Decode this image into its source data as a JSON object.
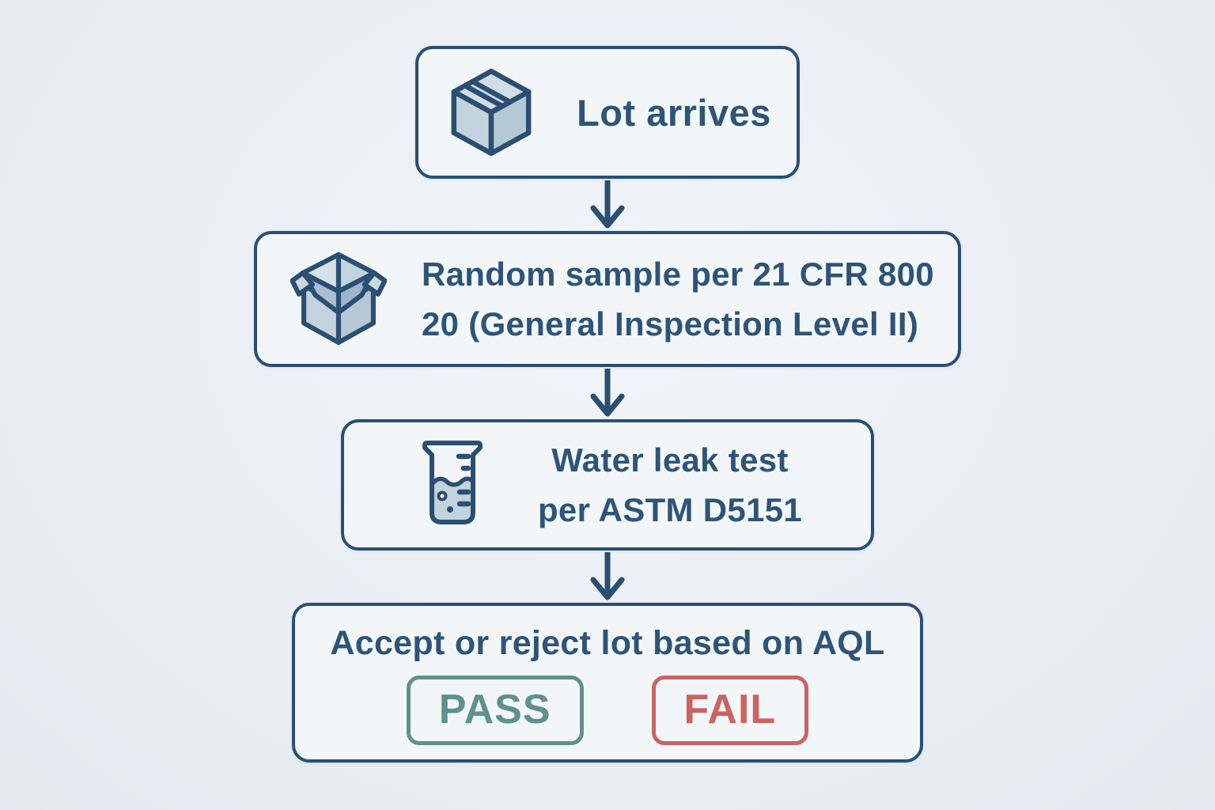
{
  "palette": {
    "page_bg": "#e9eef4",
    "node_bg": "#f3f6f9",
    "outline": "#2a4f72",
    "text": "#2e5478",
    "icon_fill_light": "#d2dde5",
    "icon_fill_mid": "#c3d3de",
    "icon_fill_dark": "#b4c8d6",
    "pass_color": "#5f918e",
    "fail_color": "#ca6361"
  },
  "flowchart": {
    "nodes": [
      {
        "id": "lot-arrives",
        "icon": "package-closed-icon",
        "label": "Lot arrives"
      },
      {
        "id": "random-sample",
        "icon": "package-open-icon",
        "label_line1": "Random sample per 21 CFR 800",
        "label_line2": "20 (General Inspection Level II)"
      },
      {
        "id": "water-leak-test",
        "icon": "beaker-icon",
        "label_line1": "Water leak test",
        "label_line2": "per ASTM D5151"
      },
      {
        "id": "accept-reject",
        "label": "Accept or reject lot based on AQL",
        "badges": [
          {
            "label": "PASS",
            "color": "#5f918e"
          },
          {
            "label": "FAIL",
            "color": "#ca6361"
          }
        ]
      }
    ]
  }
}
